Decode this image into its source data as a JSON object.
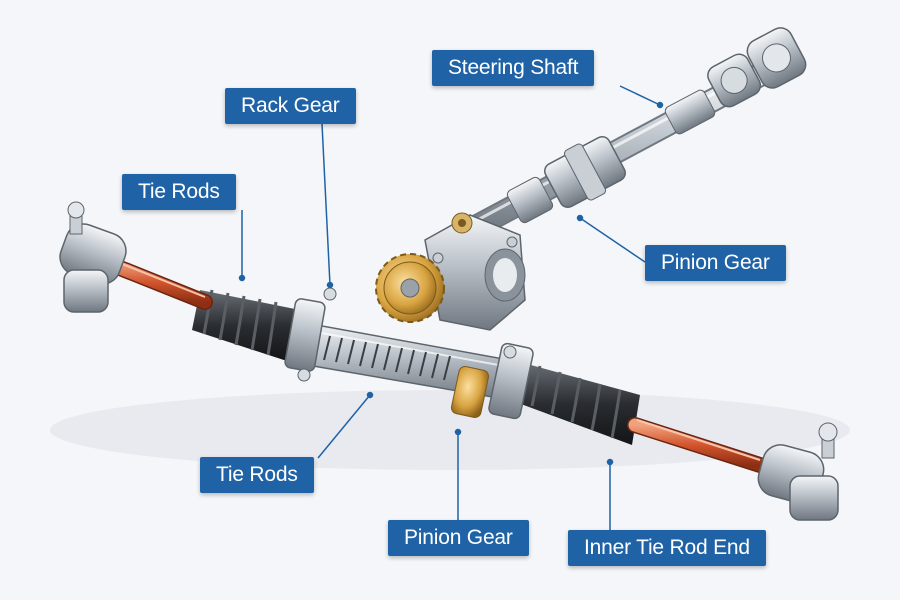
{
  "colors": {
    "label_bg": "#1f63a6",
    "label_text": "#ffffff",
    "leader_line": "#1f63a6",
    "tie_rod": "#d2552d",
    "boot": "#2a2d31",
    "gear": "#d9a441",
    "metal": "#aeb5bd"
  },
  "labels": {
    "steering_shaft": "Steering Shaft",
    "rack_gear": "Rack Gear",
    "tie_rods_upper": "Tie Rods",
    "pinion_gear_right": "Pinion Gear",
    "tie_rods_lower": "Tie Rods",
    "pinion_gear_bottom": "Pinion Gear",
    "inner_tie_rod_end": "Inner Tie Rod End"
  }
}
